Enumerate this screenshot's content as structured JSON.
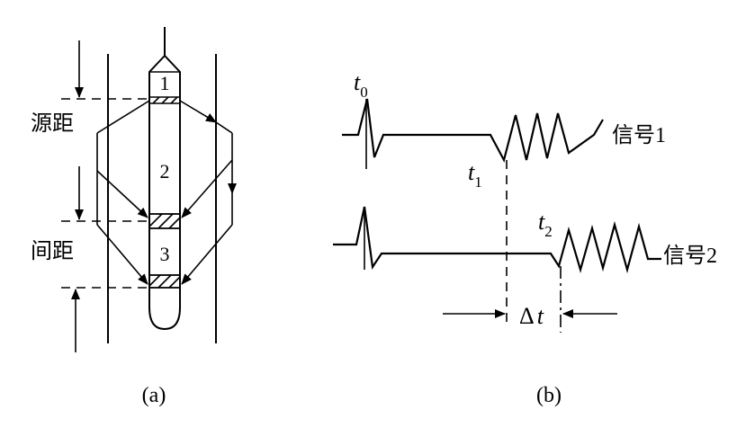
{
  "panel_a": {
    "caption": "(a)",
    "label_source_distance": "源距",
    "label_spacing": "间距",
    "zone_1": "1",
    "zone_2": "2",
    "zone_3": "3"
  },
  "panel_b": {
    "caption": "(b)",
    "t0": "t",
    "t0_sub": "0",
    "t1": "t",
    "t1_sub": "1",
    "t2": "t",
    "t2_sub": "2",
    "signal_1": "信号1",
    "signal_2": "信号2",
    "delta_t_symbol": "Δ",
    "delta_t_var": "t"
  },
  "colors": {
    "ink": "#000000",
    "background": "#ffffff"
  }
}
